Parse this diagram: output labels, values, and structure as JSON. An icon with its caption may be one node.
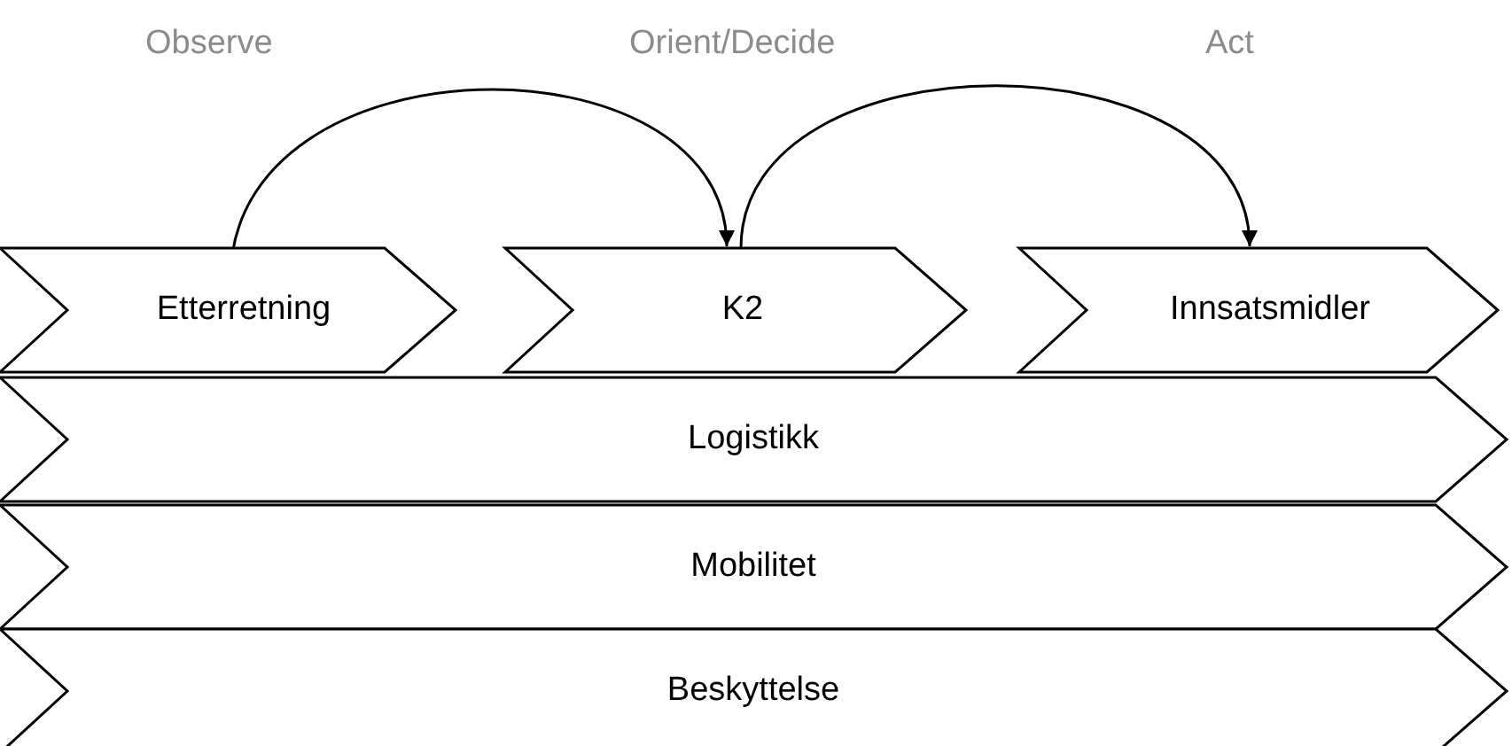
{
  "diagram": {
    "nodes": [
      {
        "text": [
          "Etterretning"
        ]
      },
      {
        "text": [
          "K2"
        ]
      },
      {
        "text": [
          "Innsatsmidler"
        ]
      },
      {
        "text": [
          "Logistikk"
        ]
      },
      {
        "text": [
          "Mobilitet"
        ]
      },
      {
        "text": [
          "Beskyttelse"
        ]
      }
    ],
    "edges": [
      {
        "from": 0,
        "to": 1,
        "arrow": "to"
      },
      {
        "from": 1,
        "to": 2,
        "arrow": "to"
      }
    ],
    "labels": [
      "Observe",
      "Orient/Decide",
      "Act"
    ]
  }
}
